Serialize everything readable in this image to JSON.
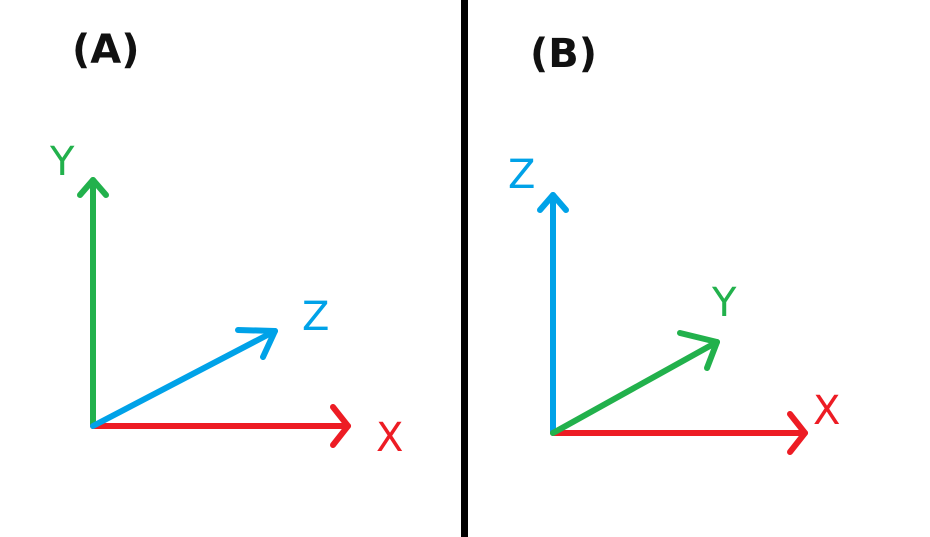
{
  "panels": [
    {
      "label": "(A)",
      "axes": {
        "x": "X",
        "y": "Y",
        "z": "Z"
      }
    },
    {
      "label": "(B)",
      "axes": {
        "x": "X",
        "y": "Y",
        "z": "Z"
      }
    }
  ],
  "colors": {
    "x_axis": "#ed1c24",
    "y_axis": "#22b14c",
    "z_axis": "#00a2e8",
    "divider": "#000000"
  }
}
